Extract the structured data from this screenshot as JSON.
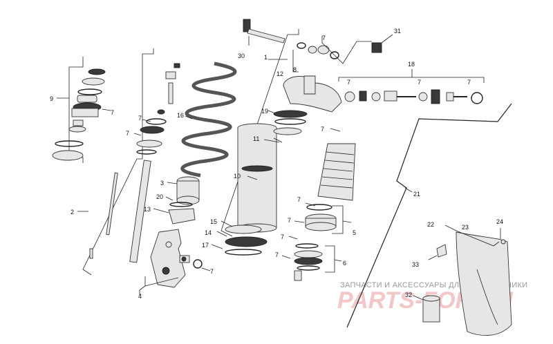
{
  "callouts": {
    "c1": "1",
    "c2": "2",
    "c3": "3",
    "c4": "4",
    "c5": "5",
    "c6": "6",
    "c7": "7",
    "c8": "8",
    "c9": "9",
    "c10": "10",
    "c11": "11",
    "c12": "12",
    "c13": "13",
    "c14": "14",
    "c15": "15",
    "c16": "16",
    "c17": "17",
    "c18": "18",
    "c19": "19",
    "c20": "20",
    "c21": "21",
    "c22": "22",
    "c23": "23",
    "c24": "24",
    "c30": "30",
    "c31": "31",
    "c32": "32",
    "c33": "33"
  },
  "watermark": {
    "top_text": "ЗАПЧАСТИ И АКСЕССУАРЫ ДЛЯ МОТОТЕХНИКИ",
    "brand_text": "PARTS-FOR.RU"
  }
}
